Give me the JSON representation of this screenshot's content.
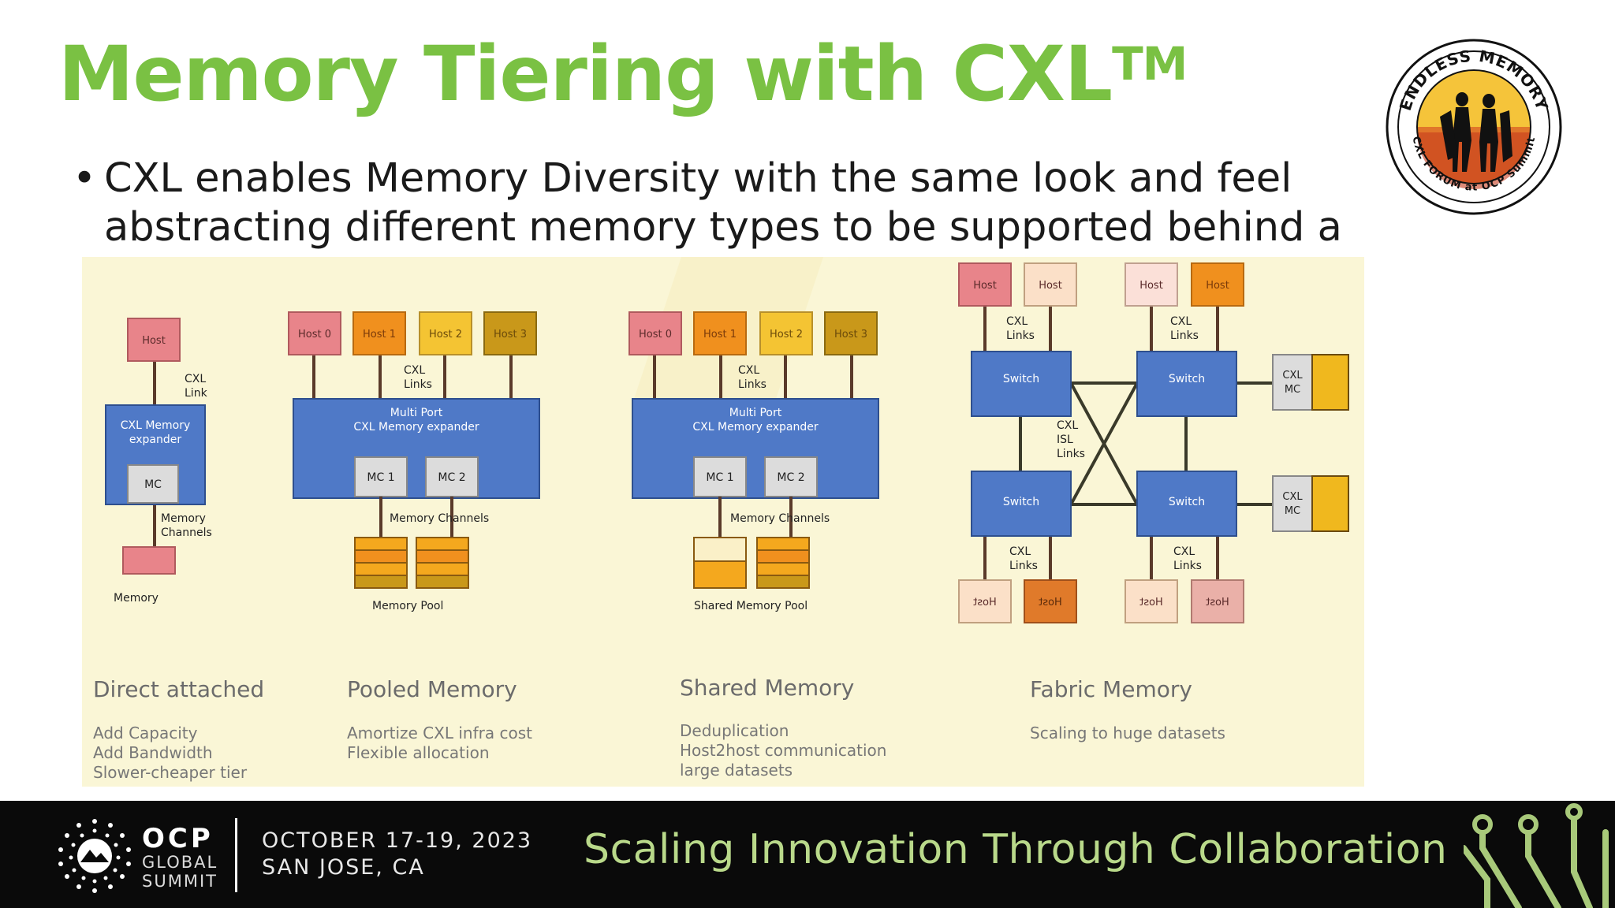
{
  "slide": {
    "title": "Memory Tiering with CXL",
    "title_tm": "TM",
    "bullet": "CXL enables Memory Diversity with the same look and feel abstracting different memory types to be supported behind a"
  },
  "logo": {
    "top_text": "ENDLESS MEMORY",
    "bottom_text": "CXL FORUM at OCP Summit"
  },
  "diagrams": {
    "direct": {
      "host": "Host",
      "link": [
        "CXL",
        "Link"
      ],
      "expander": [
        "CXL Memory",
        "expander"
      ],
      "mc": "MC",
      "channels": [
        "Memory",
        "Channels"
      ],
      "memory": "Memory",
      "heading": "Direct attached",
      "bullets": [
        "Add Capacity",
        "Add Bandwidth",
        "Slower-cheaper tier"
      ]
    },
    "pooled": {
      "hosts": [
        "Host 0",
        "Host 1",
        "Host 2",
        "Host 3"
      ],
      "links": [
        "CXL",
        "Links"
      ],
      "expander": [
        "Multi Port",
        "CXL Memory expander"
      ],
      "mc": [
        "MC 1",
        "MC 2"
      ],
      "channels": "Memory Channels",
      "pool": "Memory Pool",
      "heading": "Pooled Memory",
      "bullets": [
        "Amortize CXL infra cost",
        "Flexible allocation"
      ]
    },
    "shared": {
      "hosts": [
        "Host 0",
        "Host 1",
        "Host 2",
        "Host 3"
      ],
      "links": [
        "CXL",
        "Links"
      ],
      "expander": [
        "Multi Port",
        "CXL Memory expander"
      ],
      "mc": [
        "MC 1",
        "MC 2"
      ],
      "channels": "Memory Channels",
      "pool": "Shared Memory Pool",
      "heading": "Shared Memory",
      "bullets": [
        "Deduplication",
        "Host2host communication",
        "large datasets"
      ]
    },
    "fabric": {
      "host": "Host",
      "links": [
        "CXL",
        "Links"
      ],
      "switch": "Switch",
      "isl": [
        "CXL",
        "ISL",
        "Links"
      ],
      "mc": [
        "CXL",
        "MC"
      ],
      "heading": "Fabric Memory",
      "bullets": [
        "Scaling to huge datasets"
      ]
    }
  },
  "colors": {
    "title_green": "#7ac143",
    "box_blue": "#4f79c7",
    "host_pink": "#e8848a",
    "host_orange": "#f0901e",
    "host_yellow": "#f4c433",
    "host_gold": "#c9981a",
    "diagram_bg": "#faf6d6"
  },
  "footer": {
    "ocp": "OCP",
    "global": "GLOBAL",
    "summit": "SUMMIT",
    "date": "OCTOBER 17-19, 2023",
    "location": "SAN JOSE, CA",
    "tagline": "Scaling Innovation Through Collaboration"
  }
}
